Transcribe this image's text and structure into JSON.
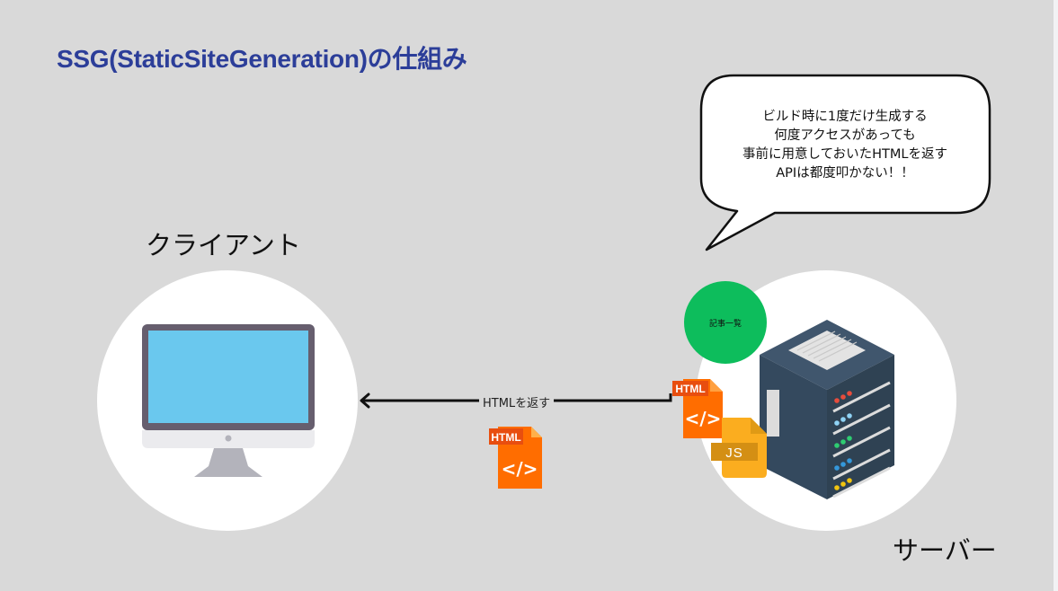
{
  "title": "SSG(StaticSiteGeneration)の仕組み",
  "client": {
    "label": "クライアント",
    "icon": "desktop-monitor-icon"
  },
  "server": {
    "label": "サーバー",
    "icon": "server-rack-icon",
    "badge": "記事一覧"
  },
  "speech_bubble": {
    "lines": [
      "ビルド時に1度だけ生成する",
      "何度アクセスがあっても",
      "事前に用意しておいたHTMLを返す",
      "APIは都度叩かない！！"
    ]
  },
  "arrow": {
    "label": "HTMLを返す",
    "direction": "server-to-client"
  },
  "files": {
    "html_label": "HTML",
    "js_label": "JS",
    "code_glyph": "</>"
  },
  "colors": {
    "background": "#d9d9d9",
    "title": "#2c3e99",
    "badge_green": "#0dbd5c",
    "html_orange": "#ff6d00",
    "js_yellow": "#fbad1f",
    "server_dark": "#34495e",
    "screen_blue": "#6ac8ee"
  }
}
